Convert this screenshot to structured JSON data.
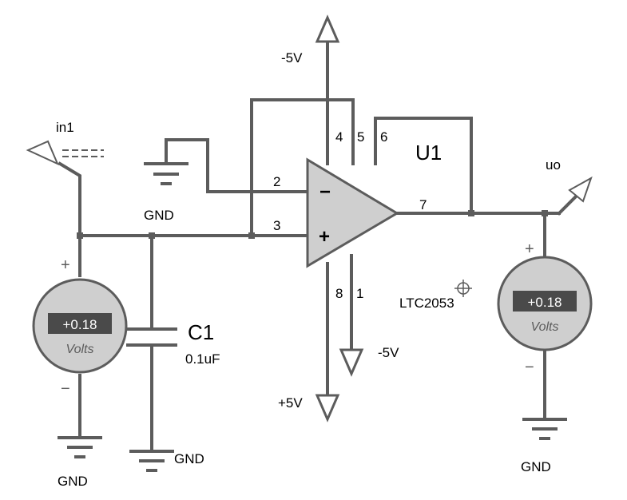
{
  "labels": {
    "in1": "in1",
    "uo": "uo",
    "u1": "U1",
    "part": "LTC2053",
    "c1": "C1",
    "c1_value": "0.1uF",
    "neg5_top": "-5V",
    "neg5_bottom": "-5V",
    "pos5": "+5V",
    "gnd_ref": "GND",
    "gnd_cap": "GND",
    "gnd_left": "GND",
    "gnd_right": "GND"
  },
  "pins": {
    "p2": "2",
    "p3": "3",
    "p4": "4",
    "p5": "5",
    "p6": "6",
    "p7": "7",
    "p8": "8",
    "p1": "1"
  },
  "opamp_signs": {
    "minus": "−",
    "plus": "+"
  },
  "meter_left": {
    "value": "+0.18",
    "unit": "Volts",
    "plus": "+",
    "minus": "−"
  },
  "meter_right": {
    "value": "+0.18",
    "unit": "Volts",
    "plus": "+",
    "minus": "−"
  },
  "colors": {
    "wire": "#5c5c5c",
    "body": "#cfcfcf",
    "display": "#4a4a4a"
  }
}
